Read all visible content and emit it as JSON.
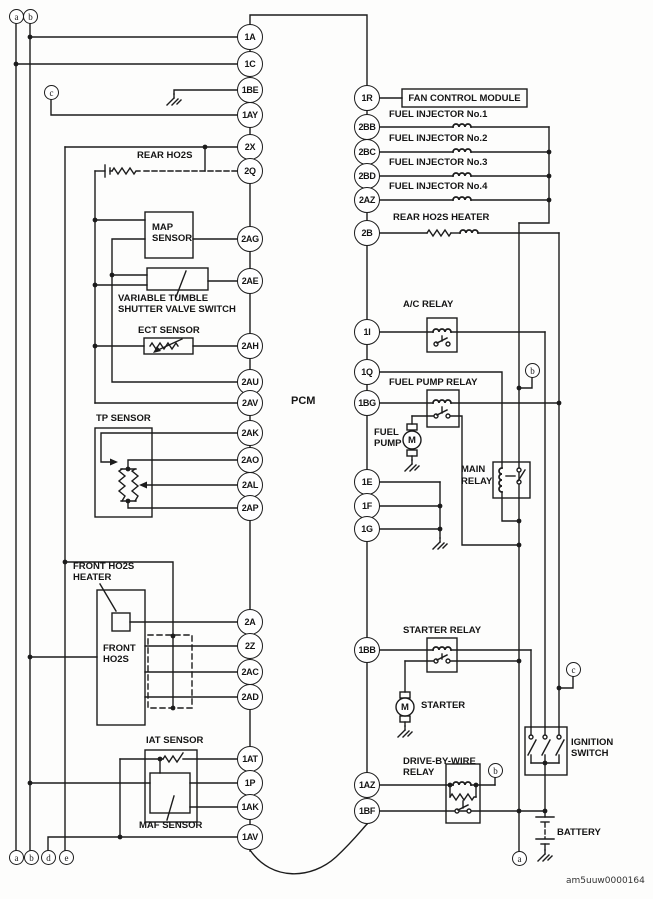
{
  "title_block": {
    "doc_code": "am5uuw0000164",
    "module": "PCM"
  },
  "pins": {
    "left": [
      "1A",
      "1C",
      "1BE",
      "1AY",
      "2X",
      "2Q",
      "2AG",
      "2AE",
      "2AH",
      "2AU",
      "2AV",
      "2AK",
      "2AO",
      "2AL",
      "2AP",
      "2A",
      "2Z",
      "2AC",
      "2AD",
      "1AT",
      "1P",
      "1AK",
      "1AV"
    ],
    "right": [
      "1R",
      "2BB",
      "2BC",
      "2BD",
      "2AZ",
      "2B",
      "1I",
      "1Q",
      "1BG",
      "1E",
      "1F",
      "1G",
      "1BB",
      "1AZ",
      "1BF"
    ]
  },
  "connector_tags": {
    "a": "a",
    "b": "b",
    "c": "c",
    "d": "d",
    "e": "e"
  },
  "components": {
    "fan_control_module": "FAN CONTROL MODULE",
    "fuel_injector_1": "FUEL INJECTOR No.1",
    "fuel_injector_2": "FUEL INJECTOR No.2",
    "fuel_injector_3": "FUEL INJECTOR No.3",
    "fuel_injector_4": "FUEL INJECTOR No.4",
    "rear_ho2s_heater": "REAR HO2S HEATER",
    "rear_ho2s": "REAR HO2S",
    "map_sensor_line1": "MAP",
    "map_sensor_line2": "SENSOR",
    "vtss_line1": "VARIABLE TUMBLE",
    "vtss_line2": "SHUTTER VALVE SWITCH",
    "ect_sensor": "ECT SENSOR",
    "tp_sensor": "TP SENSOR",
    "front_ho2s_heater_line1": "FRONT HO2S",
    "front_ho2s_heater_line2": "HEATER",
    "front_ho2s_line1": "FRONT",
    "front_ho2s_line2": "HO2S",
    "iat_sensor": "IAT SENSOR",
    "maf_sensor": "MAF SENSOR",
    "ac_relay": "A/C RELAY",
    "fuel_pump_relay": "FUEL PUMP RELAY",
    "fuel_pump_line1": "FUEL",
    "fuel_pump_line2": "PUMP",
    "main_relay_line1": "MAIN",
    "main_relay_line2": "RELAY",
    "starter_relay": "STARTER RELAY",
    "starter": "STARTER",
    "dbw_relay_line1": "DRIVE-BY-WIRE",
    "dbw_relay_line2": "RELAY",
    "ignition_switch_line1": "IGNITION",
    "ignition_switch_line2": "SWITCH",
    "battery": "BATTERY",
    "motor_symbol": "M"
  }
}
